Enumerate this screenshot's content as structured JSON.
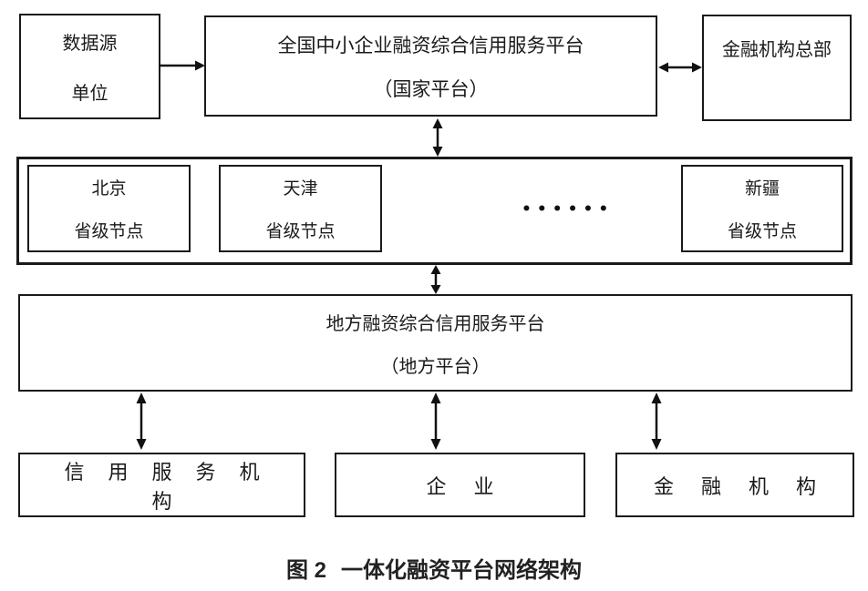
{
  "colors": {
    "line": "#1a1a1a",
    "background": "#ffffff"
  },
  "top_row": {
    "data_source_box": {
      "line1": "数据源",
      "line2": "单位"
    },
    "national_platform_box": {
      "line1": "全国中小企业融资综合信用服务平台",
      "line2": "（国家平台）"
    },
    "financial_hq_box": {
      "label": "金融机构总部"
    }
  },
  "provincial_band": {
    "nodes": [
      {
        "name": "北京",
        "type": "省级节点"
      },
      {
        "name": "天津",
        "type": "省级节点"
      },
      {
        "name": "新疆",
        "type": "省级节点"
      }
    ],
    "ellipsis": "••••••"
  },
  "local_platform_box": {
    "line1": "地方融资综合信用服务平台",
    "line2": "（地方平台）"
  },
  "bottom_row": {
    "credit_service_box": {
      "label": "信用服务机构"
    },
    "enterprise_box": {
      "label": "企业"
    },
    "financial_institution_box": {
      "label": "金融机构"
    }
  },
  "caption": {
    "figure_label": "图 2",
    "title": "一体化融资平台网络架构"
  }
}
